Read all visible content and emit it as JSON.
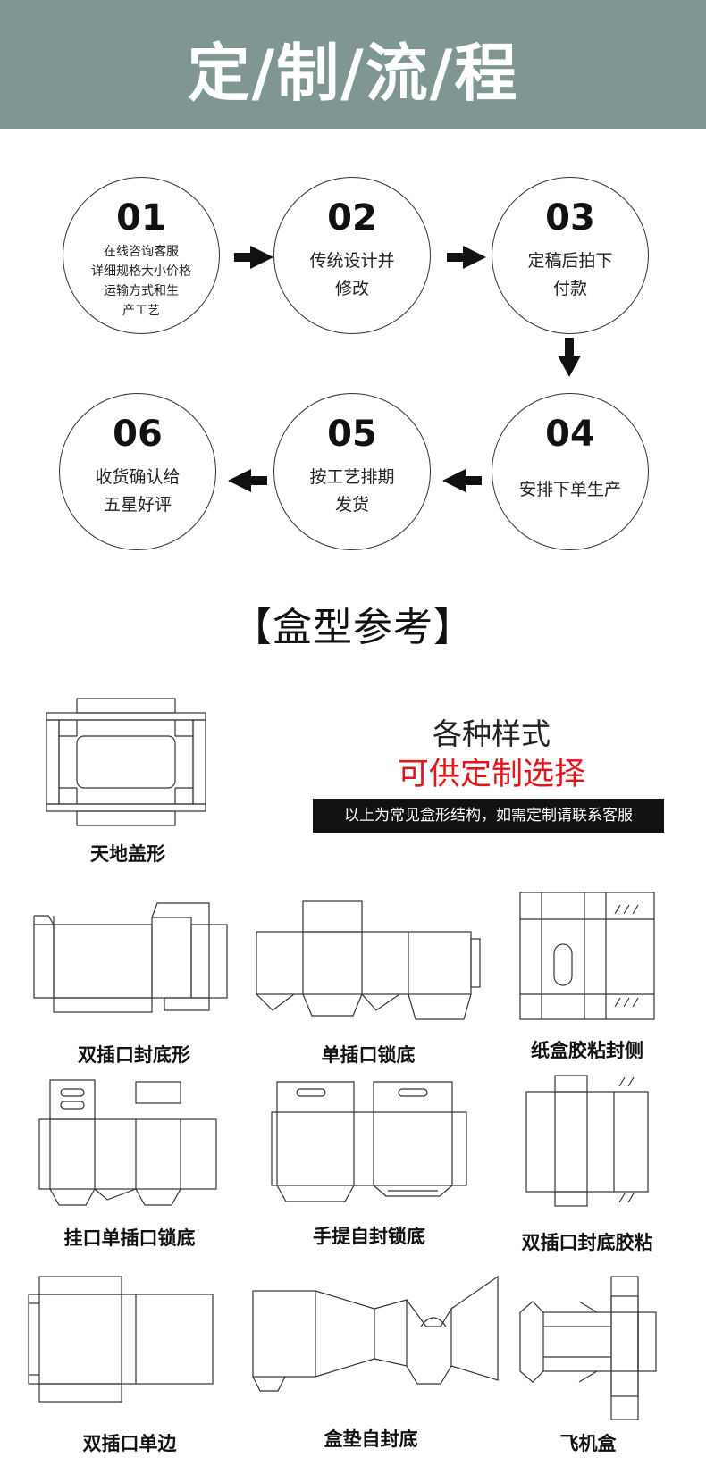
{
  "header": {
    "title": "定/制/流/程"
  },
  "steps": [
    {
      "num": "01",
      "text": [
        "在线咨询客服",
        "详细规格大小价格",
        "运输方式和生",
        "产工艺"
      ]
    },
    {
      "num": "02",
      "text": [
        "传统设计并",
        "修改"
      ]
    },
    {
      "num": "03",
      "text": [
        "定稿后拍下",
        "付款"
      ]
    },
    {
      "num": "04",
      "text": [
        "安排下单生产"
      ]
    },
    {
      "num": "05",
      "text": [
        "按工艺排期",
        "发货"
      ]
    },
    {
      "num": "06",
      "text": [
        "收货确认给",
        "五星好评"
      ]
    }
  ],
  "section": {
    "title": "【盒型参考】"
  },
  "note": {
    "line1": "各种样式",
    "line2": "可供定制选择",
    "line2_color": "#e1141b",
    "bar": "以上为常见盒形结构，如需定制请联系客服"
  },
  "boxes": [
    {
      "label": "天地盖形"
    },
    {
      "label": "双插口封底形"
    },
    {
      "label": "单插口锁底"
    },
    {
      "label": "纸盒胶粘封侧"
    },
    {
      "label": "挂口单插口锁底"
    },
    {
      "label": "手提自封锁底"
    },
    {
      "label": "双插口封底胶粘"
    },
    {
      "label": "双插口单边"
    },
    {
      "label": "盒垫自封底"
    },
    {
      "label": "飞机盒"
    }
  ],
  "colors": {
    "banner": "#7f9693",
    "accent": "#e1141b"
  }
}
